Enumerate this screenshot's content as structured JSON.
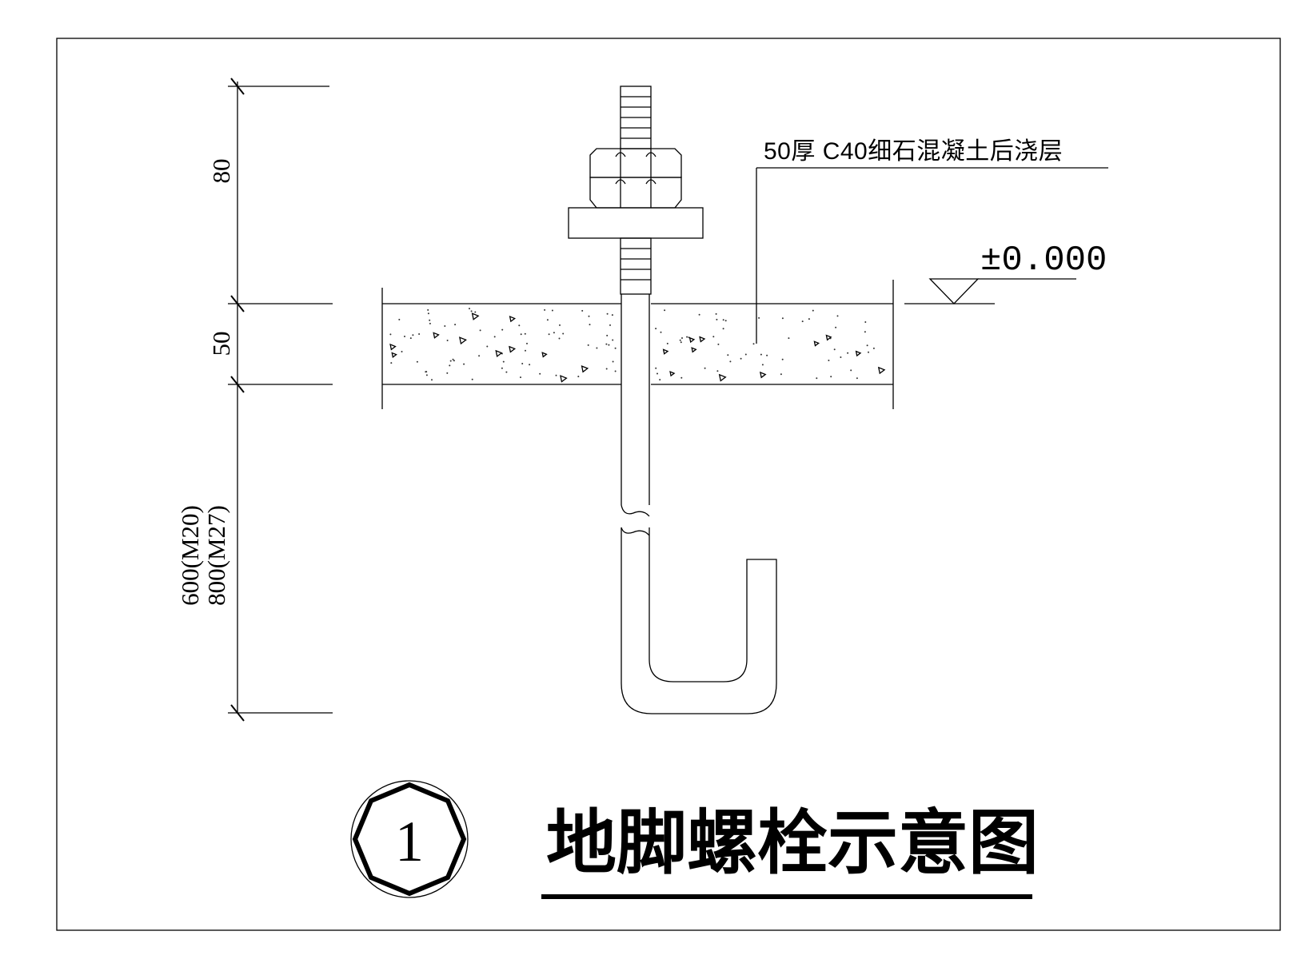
{
  "title": "地脚螺栓示意图",
  "detail_number": "1",
  "note": "50厚 C40细石混凝土后浇层",
  "elevation": "±0.000",
  "dimensions": {
    "top": "80",
    "middle": "50",
    "bottom_line1": "600(M20)",
    "bottom_line2": "800(M27)"
  }
}
